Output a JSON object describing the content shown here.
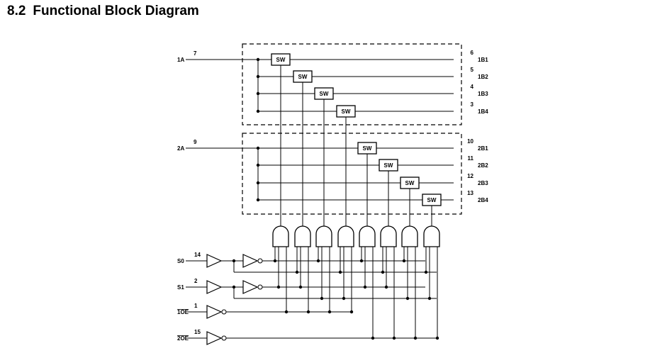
{
  "section": {
    "number": "8.2",
    "title": "Functional Block Diagram"
  },
  "switch_label": "SW",
  "inputs_a": [
    {
      "name": "1A",
      "pin": "7"
    },
    {
      "name": "2A",
      "pin": "9"
    }
  ],
  "outputs_b": [
    {
      "name": "1B1",
      "pin": "6"
    },
    {
      "name": "1B2",
      "pin": "5"
    },
    {
      "name": "1B3",
      "pin": "4"
    },
    {
      "name": "1B4",
      "pin": "3"
    },
    {
      "name": "2B1",
      "pin": "10"
    },
    {
      "name": "2B2",
      "pin": "11"
    },
    {
      "name": "2B3",
      "pin": "12"
    },
    {
      "name": "2B4",
      "pin": "13"
    }
  ],
  "controls": [
    {
      "name": "S0",
      "pin": "14",
      "overline": false
    },
    {
      "name": "S1",
      "pin": "2",
      "overline": false
    },
    {
      "name": "1OE",
      "pin": "1",
      "overline": true
    },
    {
      "name": "2OE",
      "pin": "15",
      "overline": true
    }
  ]
}
